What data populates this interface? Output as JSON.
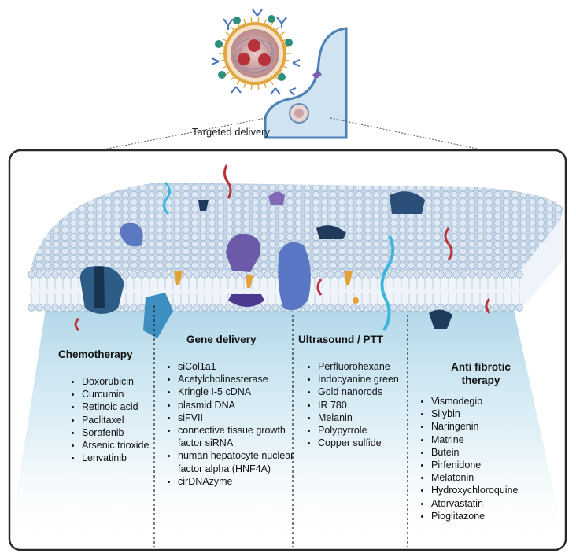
{
  "caption": "Targeted delivery",
  "columns": [
    {
      "title_lines": [
        "Chemotherapy"
      ],
      "items": [
        "Doxorubicin",
        "Curcumin",
        "Retinoic acid",
        "Paclitaxel",
        "Sorafenib",
        "Arsenic trioxide",
        "Lenvatinib"
      ]
    },
    {
      "title_lines": [
        "Gene delivery"
      ],
      "items": [
        "siCol1a1",
        "Acetylcholinesterase",
        "Kringle I-5 cDNA",
        "plasmid DNA",
        "siFVII",
        "connective tissue growth factor siRNA",
        "human hepatocyte nuclear factor alpha (HNF4A)",
        "cirDNAzyme"
      ]
    },
    {
      "title_lines": [
        "Ultrasound / PTT"
      ],
      "items": [
        "Perfluorohexane",
        "Indocyanine green",
        "Gold nanorods",
        "IR 780",
        "Melanin",
        "Polypyrrole",
        "Copper sulfide"
      ]
    },
    {
      "title_lines": [
        "Anti fibrotic",
        "therapy"
      ],
      "items": [
        "Vismodegib",
        "Silybin",
        "Naringenin",
        "Matrine",
        "Butein",
        "Pirfenidone",
        "Melatonin",
        "Hydroxychloroquine",
        "Atorvastatin",
        "Pioglitazone"
      ]
    }
  ],
  "colors": {
    "membrane_top": "#c9d9ea",
    "lipid_head": "#aec4da",
    "membrane_fill": "#e9f1f8",
    "panel_border": "#2a2a2a",
    "gradient_blue": "#a9d3e6",
    "nanoparticle_core": "#c89a9a",
    "drug_red": "#b8323a",
    "ligand_green": "#2e8f7e",
    "antibody_blue": "#4f79c0",
    "protein_navy": "#27496e",
    "protein_purple": "#6a5aa8",
    "dna_cyan": "#3fb7dd",
    "cell_blue": "#cfe3f1"
  }
}
